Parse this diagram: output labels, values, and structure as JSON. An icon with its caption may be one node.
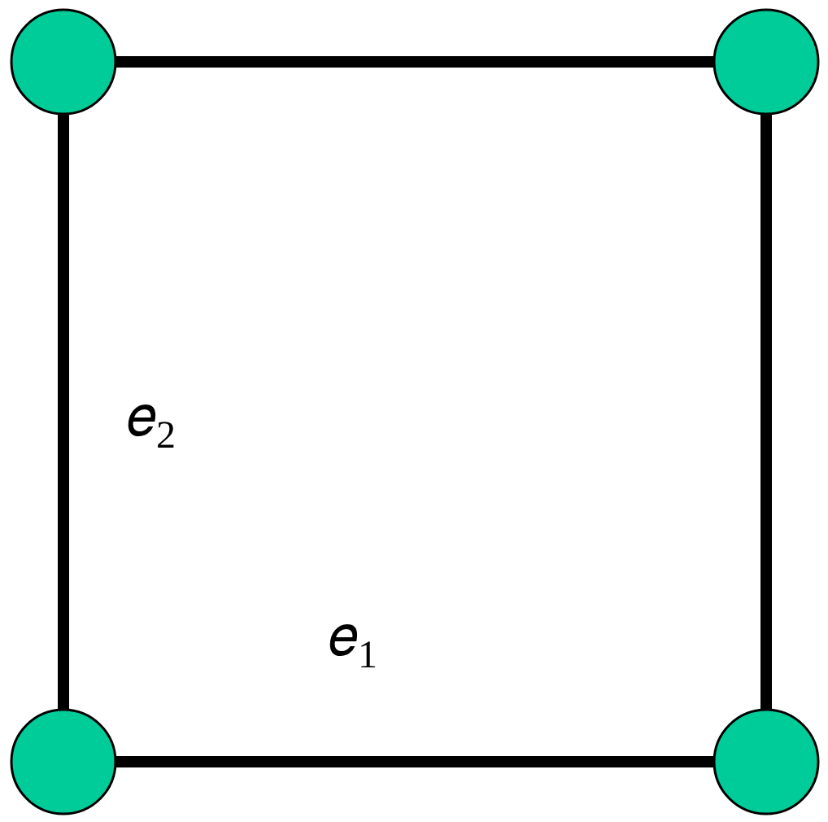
{
  "diagram": {
    "nodes": [
      {
        "text": [],
        "shape": "circle"
      },
      {
        "text": [],
        "shape": "circle"
      },
      {
        "text": [],
        "shape": "circle"
      },
      {
        "text": [],
        "shape": "circle"
      }
    ],
    "edges": [
      {
        "from": 0,
        "to": 1,
        "arrow": "none"
      },
      {
        "from": 0,
        "to": 2,
        "arrow": "none"
      },
      {
        "from": 1,
        "to": 3,
        "arrow": "none"
      },
      {
        "from": 2,
        "to": 3,
        "arrow": "none"
      }
    ],
    "labels": [
      "𝑒$_{2}$",
      "𝑒$_{1}$"
    ]
  }
}
